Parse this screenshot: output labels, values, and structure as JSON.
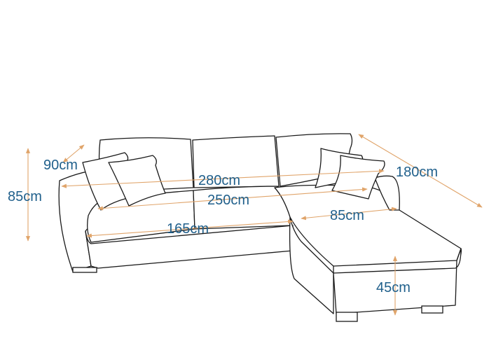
{
  "diagram": {
    "line_color": "#1a1a1a",
    "dimension_color": "#e0a46a",
    "label_color": "#1f5f8b",
    "dimensions": {
      "height": "85cm",
      "depth": "90cm",
      "total_width": "280cm",
      "inner_width": "250cm",
      "seat_width": "165cm",
      "chaise_length": "180cm",
      "chaise_width": "85cm",
      "seat_height": "45cm"
    }
  }
}
